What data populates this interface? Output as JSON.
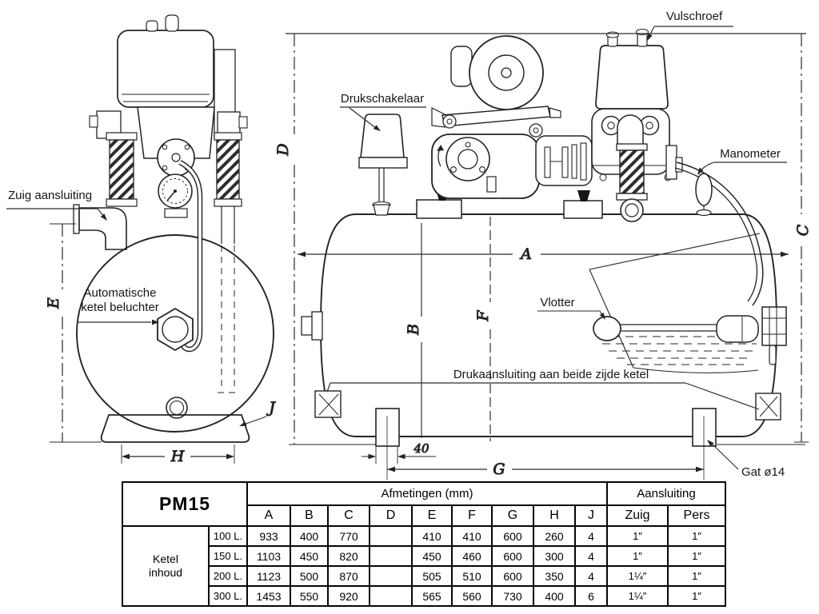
{
  "drawing": {
    "labels": {
      "zuig_aansluiting": "Zuig aansluiting",
      "automatische_ketel_beluchter_1": "Automatische",
      "automatische_ketel_beluchter_2": "ketel beluchter",
      "drukschakelaar": "Drukschakelaar",
      "vulschroef": "Vulschroef",
      "manometer": "Manometer",
      "vlotter": "Vlotter",
      "drukaansluiting": "Drukaansluiting aan beide zijde ketel",
      "gat_diameter": "Gat ø14"
    },
    "dimension_letters": {
      "a": "A",
      "b": "B",
      "c": "C",
      "d": "D",
      "e": "E",
      "f": "F",
      "g": "G",
      "h": "H",
      "j": "J",
      "foot_offset": "40"
    }
  },
  "table": {
    "model": "PM15",
    "dimensions_header": "Afmetingen (mm)",
    "connection_header": "Aansluiting",
    "dimension_columns": [
      "A",
      "B",
      "C",
      "D",
      "E",
      "F",
      "G",
      "H",
      "J"
    ],
    "connection_columns": [
      "Zuig",
      "Pers"
    ],
    "row_group_label_1": "Ketel",
    "row_group_label_2": "inhoud",
    "rows": [
      {
        "volume": "100 L.",
        "values": [
          "933",
          "400",
          "770",
          "",
          "410",
          "410",
          "600",
          "260",
          "4"
        ],
        "zuig": "1″",
        "pers": "1″"
      },
      {
        "volume": "150 L.",
        "values": [
          "1103",
          "450",
          "820",
          "",
          "450",
          "460",
          "600",
          "300",
          "4"
        ],
        "zuig": "1″",
        "pers": "1″"
      },
      {
        "volume": "200 L.",
        "values": [
          "1123",
          "500",
          "870",
          "",
          "505",
          "510",
          "600",
          "350",
          "4"
        ],
        "zuig": "1¼″",
        "pers": "1″"
      },
      {
        "volume": "300 L.",
        "values": [
          "1453",
          "550",
          "920",
          "",
          "565",
          "560",
          "730",
          "400",
          "6"
        ],
        "zuig": "1¼″",
        "pers": "1″"
      }
    ]
  }
}
